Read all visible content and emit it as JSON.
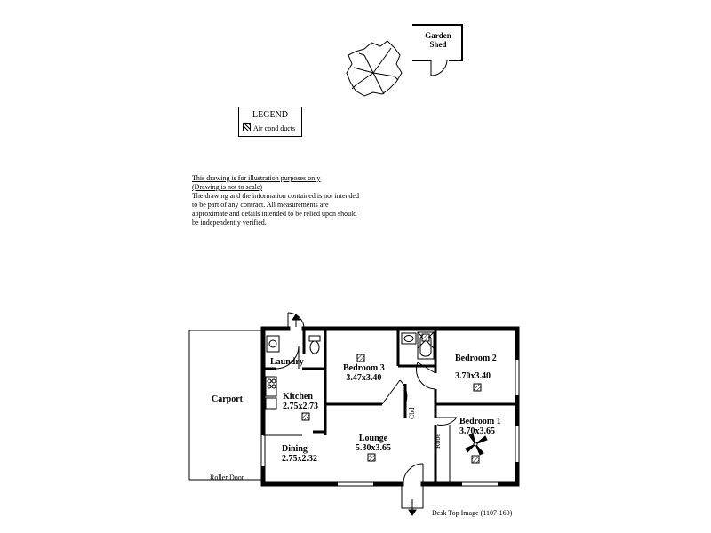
{
  "shed": {
    "label_line1": "Garden",
    "label_line2": "Shed"
  },
  "legend": {
    "title": "LEGEND",
    "item": "Air cond ducts",
    "item_icon": "air-duct-icon"
  },
  "disclaimer": {
    "line1": "This drawing is for illustration purposes only",
    "line2": "(Drawing is not to scale)",
    "body": "The drawing and the information contained is not intended to be part of any contract.  All measurements are approximate and details intended to be relied upon should be independently verified."
  },
  "rooms": {
    "carport": {
      "name": "Carport"
    },
    "laundry": {
      "name": "Laundry"
    },
    "kitchen": {
      "name": "Kitchen",
      "dims": "2.75x2.73"
    },
    "dining": {
      "name": "Dining",
      "dims": "2.75x2.32"
    },
    "bedroom3": {
      "name": "Bedroom 3",
      "dims": "3.47x3.40"
    },
    "bedroom2": {
      "name": "Bedroom 2",
      "dims": "3.70x3.40"
    },
    "bedroom1": {
      "name": "Bedroom 1",
      "dims": "3.70x3.65"
    },
    "lounge": {
      "name": "Lounge",
      "dims": "5.30x3.65"
    }
  },
  "labels": {
    "robe": "Robe",
    "cbd": "Cbd",
    "roller_door": "Roller Door",
    "footer": "Desk Top Image (1107-160)"
  }
}
